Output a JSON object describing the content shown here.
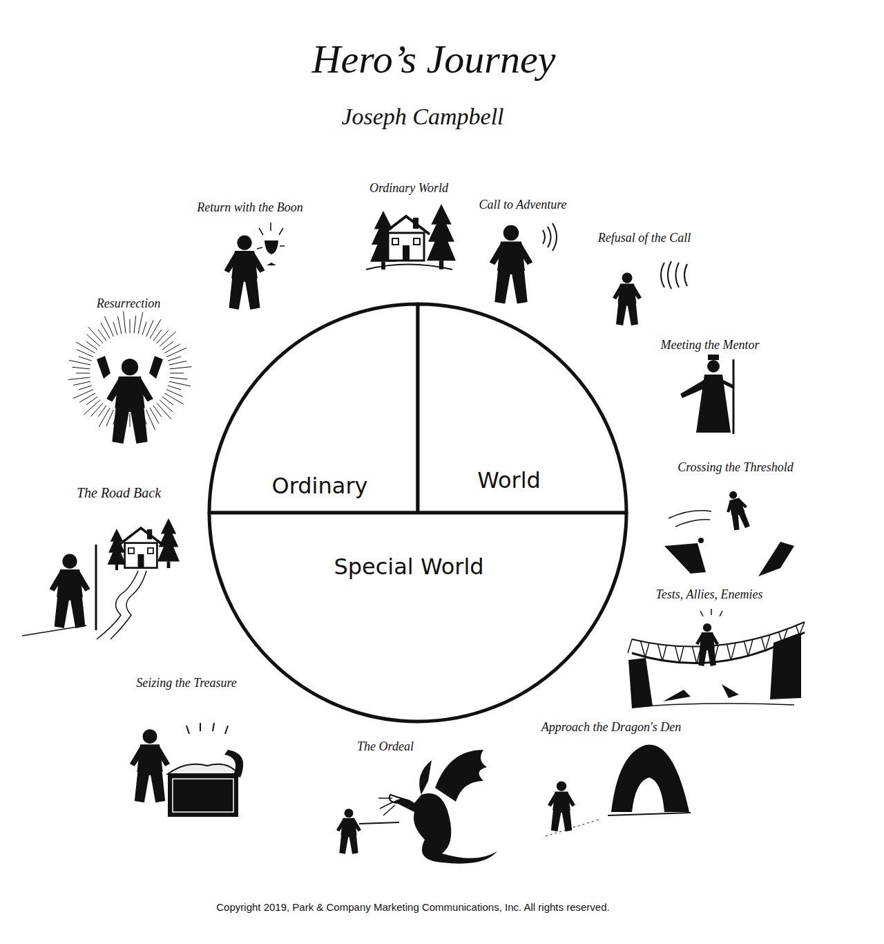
{
  "diagram": {
    "title": "Hero’s Journey",
    "caption": "Copyright 2019, Park & Company Marketing Communications, Inc. All rights reserved.",
    "nodes": [
      {
        "text": [
          "Ordinary"
        ]
      },
      {
        "text": [
          "World"
        ]
      },
      {
        "text": [
          "Special World"
        ]
      }
    ],
    "labels": [
      "Joseph Campbell",
      "Ordinary World",
      "Call to Adventure",
      "Refusal of the Call",
      "Meeting the Mentor",
      "Crossing the Threshold",
      "Tests, Allies, Enemies",
      "Approach the Dragon's Den",
      "The Ordeal",
      "Seizing the Treasure",
      "The Road Back",
      "Resurrection",
      "Return with the Boon"
    ]
  }
}
